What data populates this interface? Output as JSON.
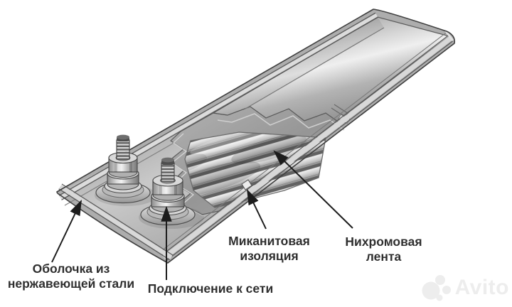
{
  "illustration": {
    "name": "strip-heater-cutaway-diagram"
  },
  "labels": {
    "sheath": {
      "line1": "Оболочка из",
      "line2": "нержавеющей стали"
    },
    "connection": {
      "text": "Подключение к сети"
    },
    "micanite": {
      "line1": "Миканитовая",
      "line2": "изоляция"
    },
    "nichrome": {
      "line1": "Нихромовая",
      "line2": "лента"
    }
  },
  "watermark": {
    "text": "Avito",
    "logo_icon": "avito-circles-icon"
  },
  "colors": {
    "background": "#ffffff",
    "label_text": "#2f2f2f",
    "arrow": "#1c1c1c",
    "watermark": "#ededed",
    "metal_light": "#e9e9e9",
    "metal_mid": "#a9a9a9",
    "metal_dark": "#5c5c5c",
    "outline": "#3f3f3f"
  }
}
